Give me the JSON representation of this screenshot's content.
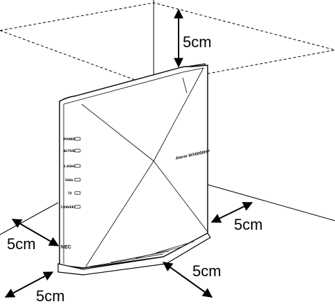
{
  "clearance": {
    "top": "5cm",
    "right": "5cm",
    "left": "5cm",
    "front": "5cm",
    "front_left": "5cm"
  },
  "device": {
    "brand": "NEC",
    "model_logo": "Aterm WX6000HP",
    "leds": [
      "POWER",
      "ACTIVE",
      "2.4GHz",
      "5GHz",
      "TV",
      "CONVERTER"
    ]
  },
  "colors": {
    "line": "#000000",
    "background": "#ffffff"
  }
}
